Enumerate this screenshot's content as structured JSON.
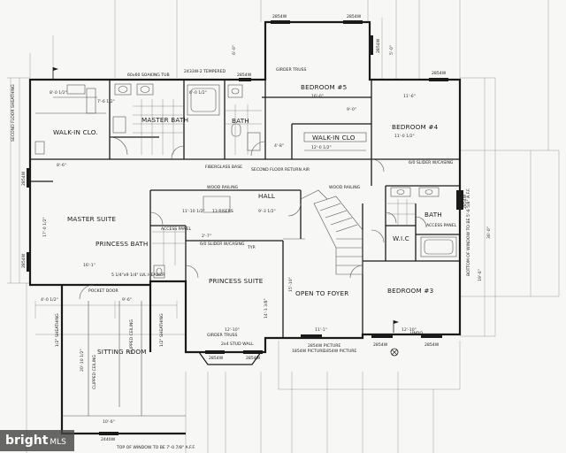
{
  "rooms": {
    "master_bath": "MASTER BATH",
    "walk_in_clo_left": "WALK-IN CLO.",
    "bath_small": "BATH",
    "bedroom5": "BEDROOM #5",
    "walk_in_clo_mid": "WALK-IN CLO",
    "bedroom4": "BEDROOM #4",
    "master_suite": "MASTER SUITE",
    "princess_bath_left": "PRINCESS BATH",
    "hall": "HALL",
    "bath_right": "BATH",
    "wic": "W.I.C",
    "princess_suite": "PRINCESS SUITE",
    "open_to_foyer": "OPEN TO FOYER",
    "bedroom3": "BEDROOM #3",
    "sitting_room": "SITTING ROOM"
  },
  "notes": {
    "soaking_tub": "60x60 SOAKING TUB",
    "tempered": "2433W-2 TEMPERED",
    "girder_truss_top": "GIRDER TRUSS",
    "fiberglass_base": "FIBERGLASS BASE",
    "second_floor_return": "SECOND FLOOR RETURN AIR",
    "wood_railing_1": "WOOD RAILING",
    "wood_railing_2": "WOOD RAILING",
    "risers": "13 RISERS",
    "slider_wicasing_left": "6/0 SLIDER W/CASING",
    "slider_wicasing_right": "6/0 SLIDER W/CASING",
    "access_panel_left": "ACCESS PANEL",
    "access_panel_right": "ACCESS PANEL",
    "pocket_door": "POCKET DOOR",
    "lvl_header": "5 1/4\"x9 1/4\" LVL HEADER",
    "girder_truss_bottom": "GIRDER TRUSS",
    "stud_wall": "2x4 STUD WALL",
    "picture_1": "1854W PICTURE",
    "picture_2": "1854W PICTURE",
    "picture_3": "2854W PICTURE",
    "bottom_of_window": "BOTTOM OF WINDOW TO BE 5'-6 5/8\" A.F.F.",
    "top_of_window": "TOP OF WINDOW TO BE 7'-0 7/8\" A.F.F.",
    "second_floor_sheathing": "SECOND FLOOR SHEATHING",
    "clipped_ceiling_1": "CLIPPED CEILING",
    "clipped_ceiling_2": "CLIPPED CEILING",
    "sheathing_l": "1/2\" SHEATHING",
    "sheathing_r": "1/2\" SHEATHING",
    "undo": "UNDO",
    "typ": "TYP."
  },
  "windows": {
    "w_2854w_a": "2854W",
    "w_2854w_b": "2854W",
    "w_2854w_c": "2854W",
    "w_2854w_d": "2854W",
    "w_2854w_e": "2854W",
    "w_2854w_f": "2854W",
    "w_2854w_g": "2854W",
    "w_2854w_h": "2854W",
    "w_2854w_i": "2854W",
    "w_2854w_j": "2854W",
    "w_2854w_k": "2854W",
    "w_2854w_l": "2854W",
    "w_2440w": "2440W"
  },
  "dimensions": {
    "d1": "8'-0 1/2\"",
    "d2": "7'-6 1/2\"",
    "d3": "6'-0 1/2\"",
    "d4": "16'-0\"",
    "d5": "9'-0\"",
    "d6": "11'-6\"",
    "d7": "11'-0 1/2\"",
    "d8": "4'-8\"",
    "d9": "12'-0 1/2\"",
    "d10": "17'-0 1/2\"",
    "d11": "16'-1\"",
    "d12": "9'-3 1/2\"",
    "d13": "11'-10 1/2\"",
    "d14": "14'-1 3/8\"",
    "d15": "15'-10\"",
    "d16": "11'-1\"",
    "d17": "12'-10\"",
    "d18": "12'-10\"",
    "d19": "4'-0 1/2\"",
    "d20": "9'-6\"",
    "d21": "20'-10 1/2\"",
    "d22": "10'-6\"",
    "d23": "36'-0\"",
    "d24": "19'-6\"",
    "d25": "8'-6\"",
    "d26": "5'-0\"",
    "d27": "6'-0\"",
    "d28": "2'-7\""
  },
  "watermark": {
    "brand": "bright",
    "sub": "MLS"
  }
}
